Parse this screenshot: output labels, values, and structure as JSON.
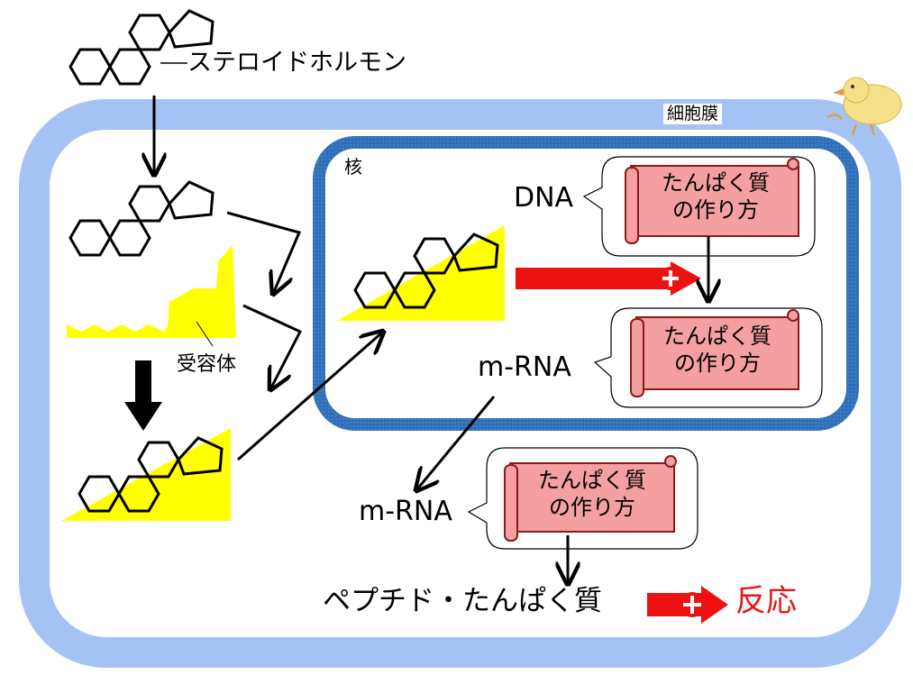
{
  "labels": {
    "steroid_hormone": "ステロイドホルモン",
    "cell_membrane": "細胞膜",
    "nucleus": "核",
    "receptor": "受容体",
    "dna": "DNA",
    "mrna_nucleus": "m-RNA",
    "mrna_cytoplasm": "m-RNA",
    "peptide_protein": "ペプチド・たんぱく質",
    "reaction": "反応"
  },
  "scrolls": [
    {
      "line1": "たんぱく質",
      "line2": "の作り方"
    },
    {
      "line1": "たんぱく質",
      "line2": "の作り方"
    },
    {
      "line1": "たんぱく質",
      "line2": "の作り方"
    }
  ],
  "colors": {
    "membrane": "#a4c2f4",
    "nucleus_border": "#2e6db4",
    "receptor": "#ffff00",
    "scroll_fill": "#f4a0a0",
    "scroll_border": "#c0392b",
    "signal_arrow": "#ee1111",
    "reaction_text": "#e51616"
  },
  "icons": [
    "plus-icon",
    "duck-icon"
  ]
}
